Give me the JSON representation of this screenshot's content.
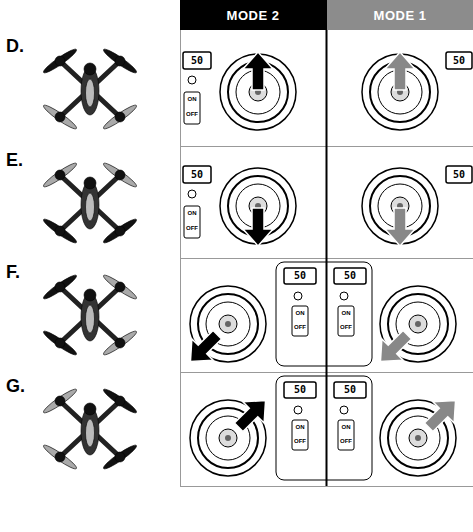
{
  "diagram": {
    "nodes": [
      {
        "text": [
          "MODE 2"
        ]
      },
      {
        "text": [
          "MODE 1"
        ]
      }
    ],
    "labels": [
      "D.",
      "50",
      "ON",
      "OFF",
      "50",
      "E.",
      "50",
      "ON",
      "OFF",
      "50",
      "F.",
      "50",
      "ON",
      "OFF",
      "50",
      "ON",
      "OFF",
      "G.",
      "50",
      "ON",
      "OFF",
      "50",
      "ON",
      "OFF"
    ]
  }
}
